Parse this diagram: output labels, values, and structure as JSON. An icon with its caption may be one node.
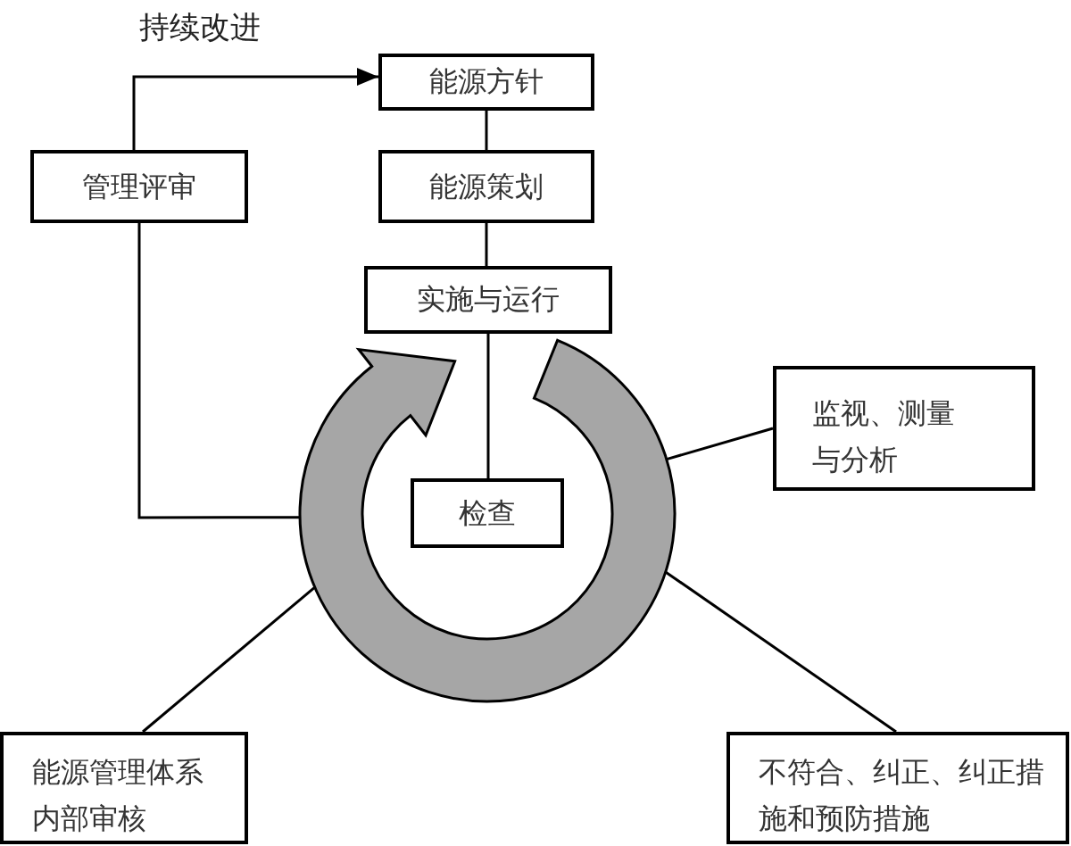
{
  "diagram": {
    "nodes": [
      {
        "text": [
          "能源方针"
        ]
      },
      {
        "text": [
          "能源策划"
        ]
      },
      {
        "text": [
          "实施与运行"
        ]
      },
      {
        "text": [
          "管理评审"
        ]
      },
      {
        "text": [
          "检查"
        ]
      },
      {
        "text": [],
        "shape": "circle"
      },
      {
        "text": [
          "监视、测量与分析"
        ]
      },
      {
        "text": [
          "能源管理体系内部审核"
        ]
      },
      {
        "text": [
          "不符合、纠正、纠正措施和预防措施"
        ]
      }
    ],
    "edges": [
      {
        "from": 0,
        "to": 1,
        "arrow": "none"
      },
      {
        "from": 1,
        "to": 2,
        "arrow": "none"
      },
      {
        "from": 2,
        "to": 4,
        "arrow": "none"
      },
      {
        "from": 3,
        "to": 0,
        "arrow": "to",
        "label": "持续改进"
      },
      {
        "from": 3,
        "to": 5,
        "arrow": "none"
      },
      {
        "from": 6,
        "to": 5,
        "arrow": "none"
      },
      {
        "from": 7,
        "to": 5,
        "arrow": "none"
      },
      {
        "from": 8,
        "to": 5,
        "arrow": "none"
      }
    ]
  }
}
